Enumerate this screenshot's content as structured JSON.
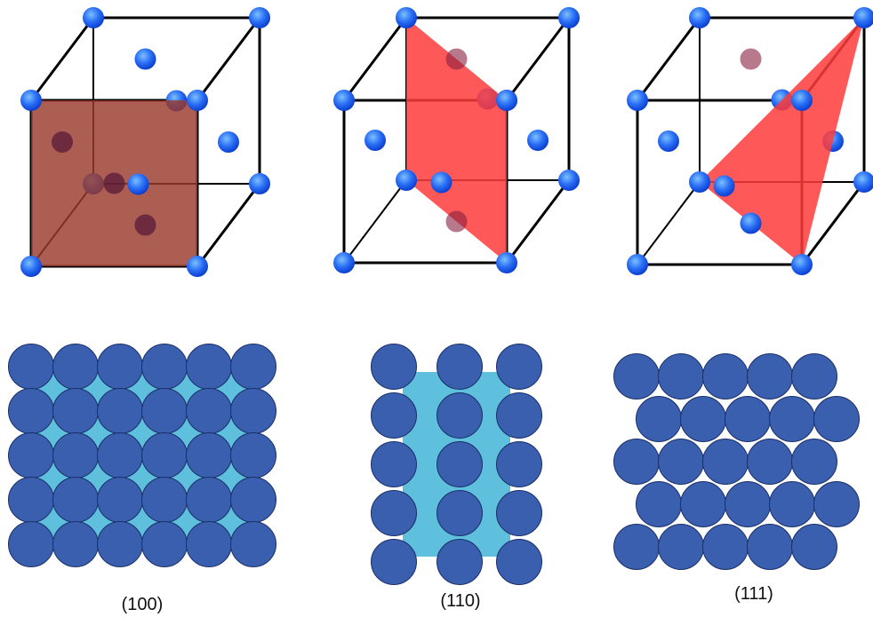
{
  "colors": {
    "background": "#ffffff",
    "cube_edge": "#000000",
    "atom": "#1a5ff0",
    "atom_highlight": "#5fa8ff",
    "plane_100": "#9a3a2c",
    "plane_110_111": "#ff3b3b",
    "packed_atom": "#3a5fae",
    "packed_atom_edge": "#1a2f6a",
    "packed_gap": "#5ec0dc"
  },
  "panels": [
    {
      "id": "p100",
      "label": "(100)",
      "plane": "100"
    },
    {
      "id": "p110",
      "label": "(110)",
      "plane": "110"
    },
    {
      "id": "p111",
      "label": "(111)",
      "plane": "111"
    }
  ]
}
